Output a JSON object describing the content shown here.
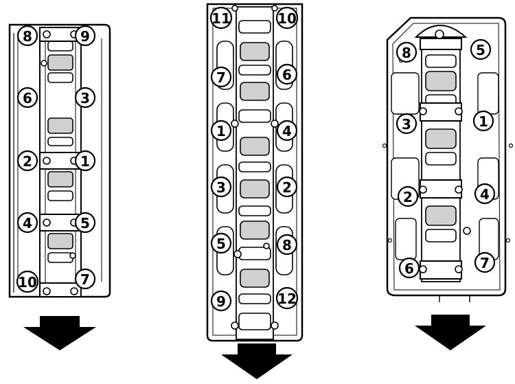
{
  "figure": {
    "line_color": "#000000",
    "paper_color": "#ffffff",
    "shading_color": "#d0d0d0",
    "arrow_color": "#000000",
    "arrow_icon": "arrow-down-icon"
  },
  "heads": [
    {
      "labels": [
        {
          "id": "h1-8",
          "text": "8"
        },
        {
          "id": "h1-9",
          "text": "9"
        },
        {
          "id": "h1-6",
          "text": "6"
        },
        {
          "id": "h1-3",
          "text": "3"
        },
        {
          "id": "h1-2",
          "text": "2"
        },
        {
          "id": "h1-1",
          "text": "1"
        },
        {
          "id": "h1-4",
          "text": "4"
        },
        {
          "id": "h1-5",
          "text": "5"
        },
        {
          "id": "h1-10",
          "text": "10"
        },
        {
          "id": "h1-7",
          "text": "7"
        }
      ]
    },
    {
      "labels": [
        {
          "id": "h2-11",
          "text": "11"
        },
        {
          "id": "h2-10",
          "text": "10"
        },
        {
          "id": "h2-7",
          "text": "7"
        },
        {
          "id": "h2-6",
          "text": "6"
        },
        {
          "id": "h2-1",
          "text": "1"
        },
        {
          "id": "h2-4",
          "text": "4"
        },
        {
          "id": "h2-3",
          "text": "3"
        },
        {
          "id": "h2-2",
          "text": "2"
        },
        {
          "id": "h2-5",
          "text": "5"
        },
        {
          "id": "h2-8",
          "text": "8"
        },
        {
          "id": "h2-9",
          "text": "9"
        },
        {
          "id": "h2-12",
          "text": "12"
        }
      ]
    },
    {
      "labels": [
        {
          "id": "h3-8",
          "text": "8"
        },
        {
          "id": "h3-5",
          "text": "5"
        },
        {
          "id": "h3-3",
          "text": "3"
        },
        {
          "id": "h3-1",
          "text": "1"
        },
        {
          "id": "h3-2",
          "text": "2"
        },
        {
          "id": "h3-4",
          "text": "4"
        },
        {
          "id": "h3-6",
          "text": "6"
        },
        {
          "id": "h3-7",
          "text": "7"
        }
      ]
    }
  ]
}
